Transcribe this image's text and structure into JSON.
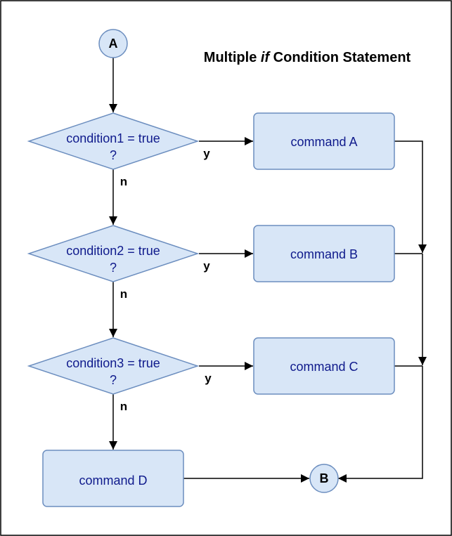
{
  "title": {
    "prefix": "Multiple ",
    "keyword": "if",
    "suffix": " Condition Statement"
  },
  "connectors": {
    "start": "A",
    "end": "B"
  },
  "decisions": [
    {
      "line1": "condition1 = true",
      "line2": "?",
      "yes": "y",
      "no": "n"
    },
    {
      "line1": "condition2 = true",
      "line2": "?",
      "yes": "y",
      "no": "n"
    },
    {
      "line1": "condition3 = true",
      "line2": "?",
      "yes": "y",
      "no": "n"
    }
  ],
  "commands": [
    {
      "label": "command A"
    },
    {
      "label": "command B"
    },
    {
      "label": "command C"
    },
    {
      "label": "command D"
    }
  ],
  "colors": {
    "shape_fill": "#d8e6f7",
    "shape_stroke": "#6c8ebf",
    "node_text": "#0f1a8c"
  }
}
